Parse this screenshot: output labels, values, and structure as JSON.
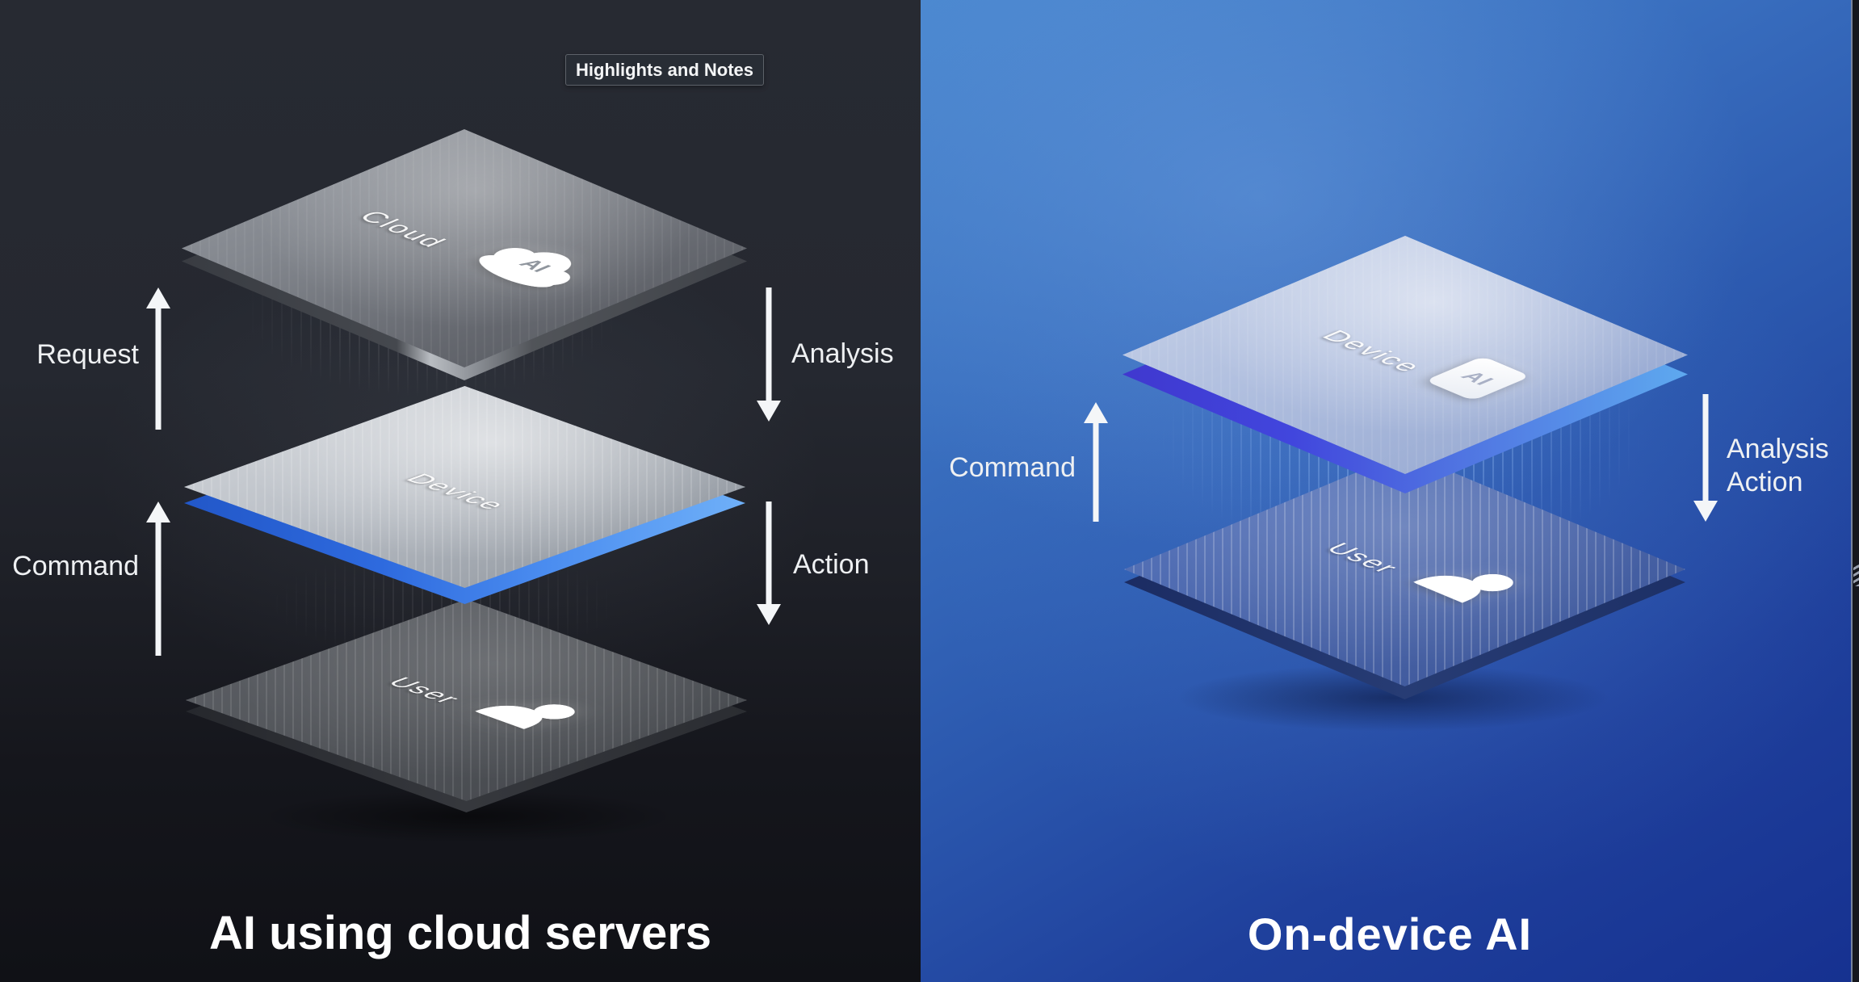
{
  "tooltip": {
    "text": "Highlights and Notes"
  },
  "panels": {
    "left": {
      "title": "AI using cloud servers",
      "layers": [
        {
          "label": "Cloud",
          "icon": "ai-cloud",
          "badge": "AI"
        },
        {
          "label": "Device",
          "icon": "phone"
        },
        {
          "label": "User",
          "icon": "person"
        }
      ],
      "flows": [
        {
          "label": "Request",
          "direction": "up"
        },
        {
          "label": "Command",
          "direction": "up"
        },
        {
          "label": "Analysis",
          "direction": "down"
        },
        {
          "label": "Action",
          "direction": "down"
        }
      ]
    },
    "right": {
      "title": "On-device AI",
      "layers": [
        {
          "label": "Device",
          "icon": "ai-phone",
          "badge": "AI"
        },
        {
          "label": "User",
          "icon": "person"
        }
      ],
      "flows": [
        {
          "label": "Command",
          "direction": "up"
        },
        {
          "label": "Analysis",
          "direction": "down"
        },
        {
          "label": "Action",
          "direction": "down"
        }
      ]
    }
  },
  "colors": {
    "left_background_top": "#272a32",
    "left_background_bottom": "#101116",
    "left_device_edge_blue": "#3b7de0",
    "right_background_top": "#4a87cf",
    "right_background_bottom": "#163190",
    "right_device_edge_left": "#4146dd",
    "right_device_edge_right": "#5ea9ef",
    "text": "#ffffff"
  }
}
